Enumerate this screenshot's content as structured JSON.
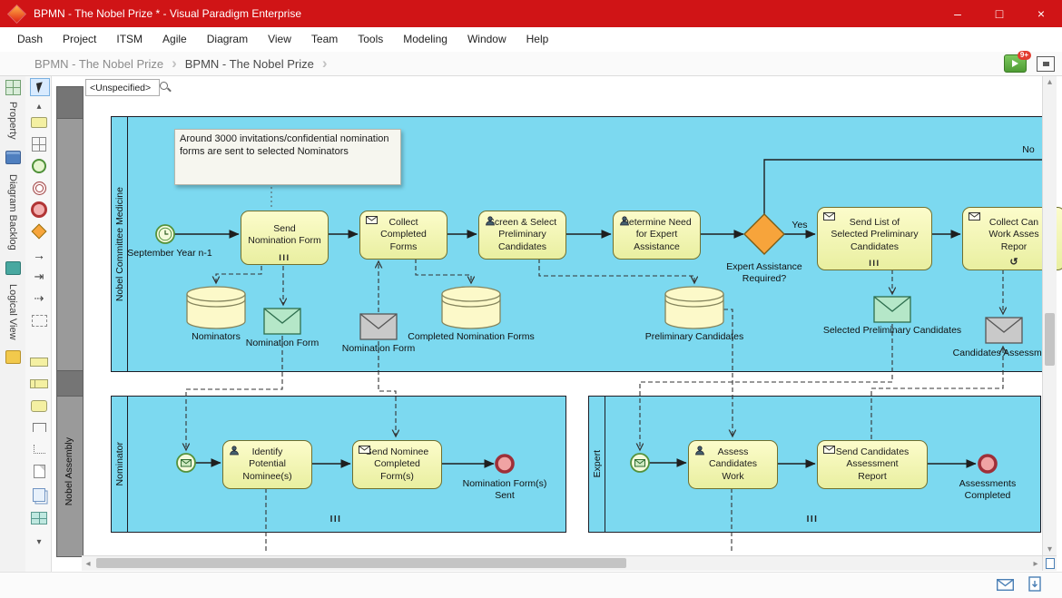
{
  "window": {
    "title": "BPMN - The Nobel Prize * - Visual Paradigm Enterprise",
    "controls": {
      "minimize": "–",
      "maximize": "□",
      "close": "×"
    }
  },
  "menu": [
    "Dash",
    "Project",
    "ITSM",
    "Agile",
    "Diagram",
    "View",
    "Team",
    "Tools",
    "Modeling",
    "Window",
    "Help"
  ],
  "breadcrumb": {
    "parent": "BPMN - The Nobel Prize",
    "current": "BPMN - The Nobel Prize",
    "badge": "9+"
  },
  "side_tabs": [
    "Property",
    "Diagram Backlog",
    "Logical View"
  ],
  "icons": {
    "chevron": "›",
    "scroll_left": "◂",
    "scroll_right": "▸",
    "scroll_up": "▴",
    "scroll_down": "▾",
    "palette_up": "▴",
    "palette_down": "▾",
    "flow_arrow": "→",
    "link_arrow": "⇥",
    "dashed_arrow": "⇢"
  },
  "canvas": {
    "model_selector": "<Unspecified>",
    "annotation": "Around 3000 invitations/confidential nomination forms are sent to selected Nominators",
    "pools": {
      "committee": "Nobel Committee Medicine",
      "assembly": "Nobel Assembly",
      "nominator": "Nominator",
      "expert": "Expert"
    },
    "events": {
      "start_timer_label": "September Year n-1",
      "nominator_end": [
        "Nomination Form(s)",
        "Sent"
      ],
      "expert_end": [
        "Assessments",
        "Completed"
      ]
    },
    "gateway": {
      "label": "Expert Assistance Required?",
      "yes": "Yes",
      "no": "No"
    },
    "tasks": {
      "send_nomination_form": {
        "lines": [
          "Send",
          "Nomination Form"
        ],
        "marker": "III"
      },
      "collect_completed_forms": {
        "lines": [
          "Collect",
          "Completed",
          "Forms"
        ]
      },
      "screen_select": {
        "lines": [
          "Screen & Select",
          "Preliminary",
          "Candidates"
        ]
      },
      "determine_need": {
        "lines": [
          "Determine Need",
          "for Expert",
          "Assistance"
        ]
      },
      "send_list": {
        "lines": [
          "Send List of",
          "Selected Preliminary",
          "Candidates"
        ],
        "marker": "III"
      },
      "collect_assessment": {
        "lines": [
          "Collect Can",
          "Work Asses",
          "Repor"
        ],
        "marker": "↺"
      },
      "identify_nominees": {
        "lines": [
          "Identify",
          "Potential",
          "Nominee(s)"
        ]
      },
      "send_nominee_forms": {
        "lines": [
          "Send Nominee",
          "Completed",
          "Form(s)"
        ]
      },
      "assess_work": {
        "lines": [
          "Assess",
          "Candidates",
          "Work"
        ]
      },
      "send_assessment": {
        "lines": [
          "Send Candidates",
          "Assessment",
          "Report"
        ]
      }
    },
    "stores": {
      "nominators": "Nominators",
      "completed_forms": "Completed Nomination Forms",
      "prelim_candidates": "Preliminary Candidates"
    },
    "messages": {
      "nomination_form_out": "Nomination Form",
      "nomination_form_in": "Nomination Form",
      "selected_prelim": "Selected Preliminary Candidates",
      "candidates_assessment": "Candidates Assessment"
    },
    "pool_markers": {
      "nominator": "III",
      "expert": "III"
    }
  },
  "colors": {
    "titlebar": "#d01416",
    "pool_fill": "#7cd9f0",
    "task_fill": "#f0f4a2",
    "gateway_fill": "#f7a53c",
    "store_fill": "#fcf9c9"
  }
}
